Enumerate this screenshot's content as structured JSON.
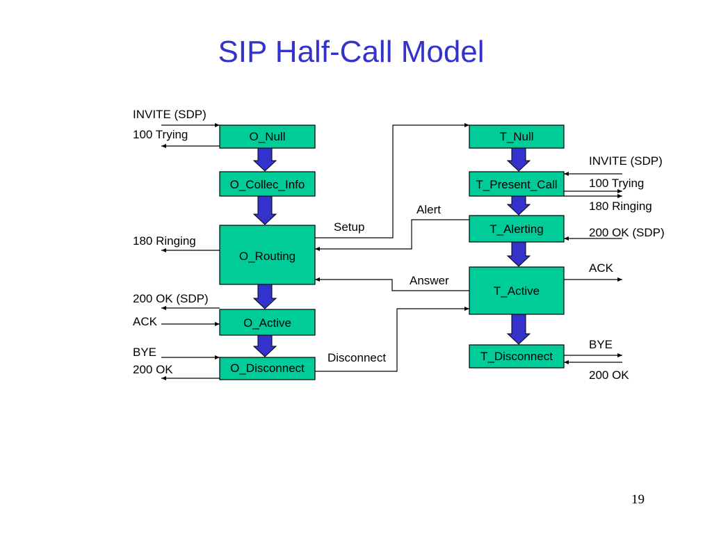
{
  "slide": {
    "title": "SIP Half-Call Model",
    "page_number": "19"
  },
  "originating_states": [
    "O_Null",
    "O_Collec_Info",
    "O_Routing",
    "O_Active",
    "O_Disconnect"
  ],
  "terminating_states": [
    "T_Null",
    "T_Present_Call",
    "T_Alerting",
    "T_Active",
    "T_Disconnect"
  ],
  "originating_messages": {
    "invite": "INVITE (SDP)",
    "trying": "100 Trying",
    "ringing": "180 Ringing",
    "ok_sdp": "200 OK (SDP)",
    "ack": "ACK",
    "bye": "BYE",
    "ok": "200 OK"
  },
  "terminating_messages": {
    "invite": "INVITE (SDP)",
    "trying": "100 Trying",
    "ringing": "180 Ringing",
    "ok_sdp": "200 OK (SDP)",
    "ack": "ACK",
    "bye": "BYE",
    "ok": "200 OK"
  },
  "events": {
    "setup": "Setup",
    "alert": "Alert",
    "answer": "Answer",
    "disconnect": "Disconnect"
  }
}
